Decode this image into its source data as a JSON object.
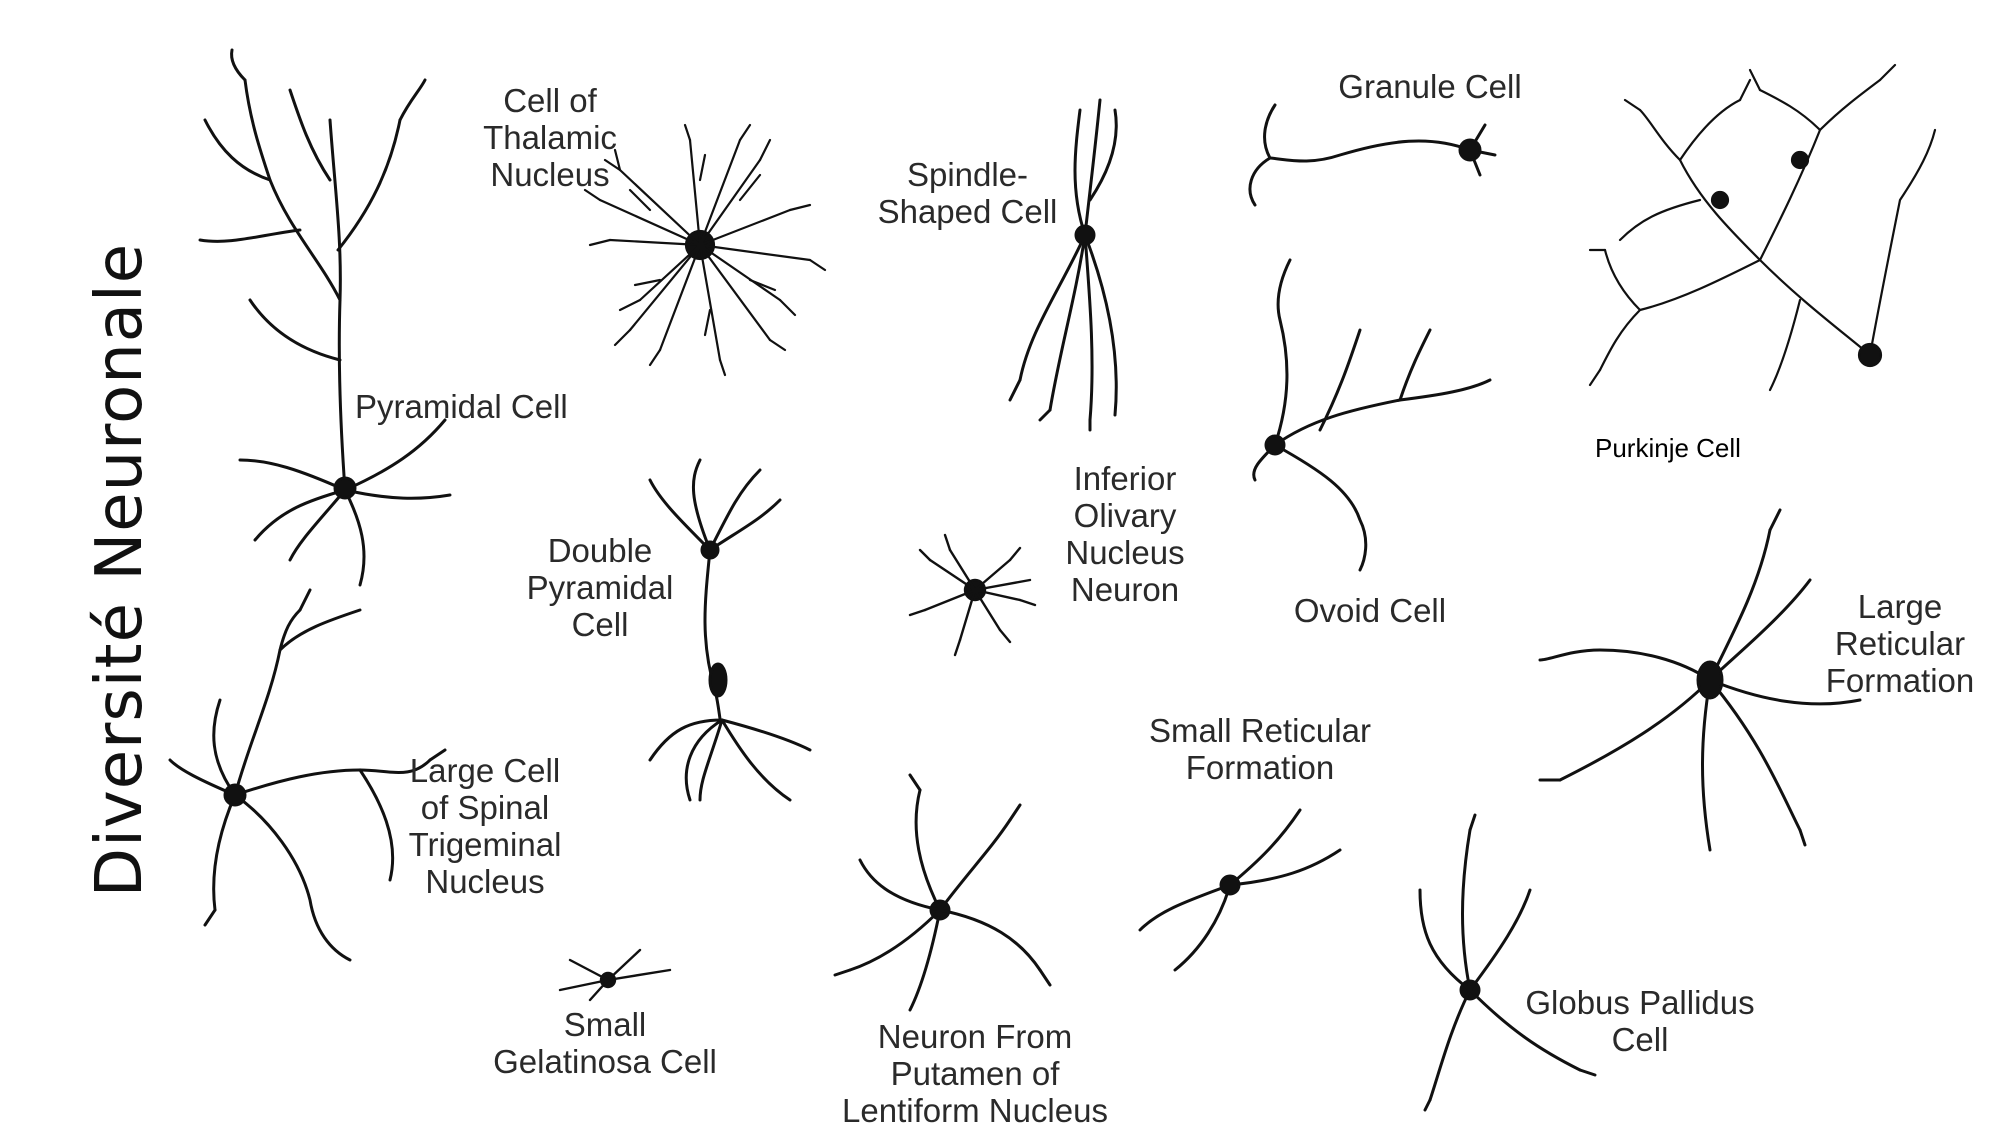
{
  "slide": {
    "title": "Diversité Neuronale"
  },
  "labels": {
    "pyramidal": "Pyramidal Cell",
    "thalamic": "Cell of\nThalamic\nNucleus",
    "spindle": "Spindle-\nShaped Cell",
    "granule": "Granule Cell",
    "purkinje": "Purkinje Cell",
    "double_pyramidal": "Double\nPyramidal\nCell",
    "inferior_olivary": "Inferior\nOlivary\nNucleus\nNeuron",
    "ovoid": "Ovoid Cell",
    "large_reticular": "Large\nReticular\nFormation",
    "spinal_trigeminal": "Large Cell\nof Spinal\nTrigeminal\nNucleus",
    "small_reticular": "Small Reticular\nFormation",
    "small_gelatinosa": "Small\nGelatinosa Cell",
    "putamen": "Neuron From\nPutamen of\nLentiform Nucleus",
    "globus_pallidus": "Globus Pallidus\nCell"
  }
}
